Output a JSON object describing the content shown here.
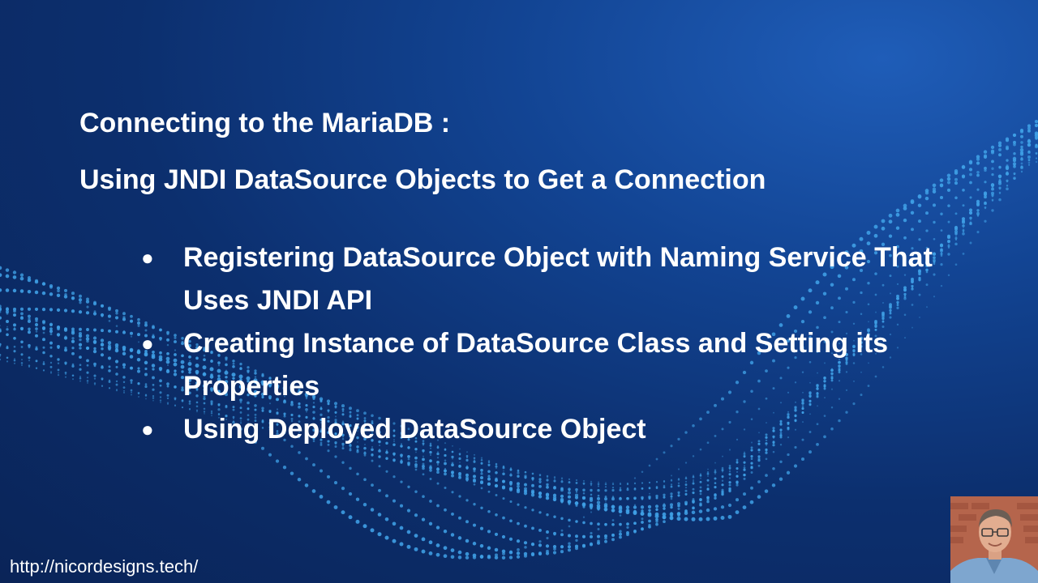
{
  "slide": {
    "title": "Connecting to the MariaDB :",
    "subtitle": "Using JNDI DataSource Objects to Get a Connection",
    "bullets": [
      "Registering DataSource Object with Naming Service That Uses JNDI API",
      "Creating Instance of DataSource Class and Setting its Properties",
      "Using Deployed DataSource Object"
    ],
    "bullet_glyph": "●"
  },
  "footer": {
    "url": "http://nicordesigns.tech/"
  },
  "webcam": {
    "icon": "presenter-webcam"
  },
  "colors": {
    "background": "#0c2f6e",
    "wave_dots": "#3fa0e6",
    "text": "#ffffff"
  }
}
